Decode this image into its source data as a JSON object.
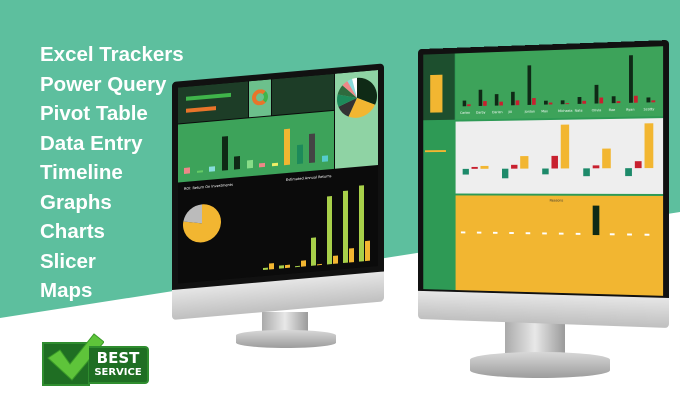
{
  "colors": {
    "teal": "#5dbf9e",
    "dark_green": "#1d4f2e",
    "green": "#2e9a55",
    "yellow": "#f2b631",
    "red": "#c8202f",
    "black": "#111111"
  },
  "features": [
    "Excel Trackers",
    "Power Query",
    "Pivot Table",
    "Data Entry",
    "Timeline",
    "Graphs",
    "Charts",
    "Slicer",
    "Maps"
  ],
  "badge": {
    "line1": "BEST",
    "line2": "SERVICE",
    "icon": "checkmark-icon"
  },
  "left_dashboard": {
    "roi_title": "ROI: Return On Investments",
    "returns_title": "Estimated Annual Returns",
    "top_bars": [
      0.15,
      0.05,
      0.12,
      0.8,
      0.3,
      0.18,
      0.1,
      0.08,
      0.85,
      0.45,
      0.7,
      0.15
    ],
    "pie_slices": [
      0.32,
      0.25,
      0.12,
      0.1,
      0.08,
      0.05,
      0.04,
      0.04
    ],
    "roi_split": [
      0.78,
      0.22
    ],
    "returns_pairs": [
      [
        0.02,
        0.08
      ],
      [
        0.04,
        0.04
      ],
      [
        0.01,
        0.08
      ],
      [
        0.35,
        0.01
      ],
      [
        0.85,
        0.1
      ],
      [
        0.9,
        0.18
      ],
      [
        0.95,
        0.25
      ]
    ]
  },
  "right_dashboard": {
    "top_names": [
      "Carlee",
      "Darby",
      "Darien",
      "Jill",
      "Jordan",
      "Max",
      "Michaela",
      "Nate",
      "Olivia",
      "Rae",
      "Ryan",
      "Scotty"
    ],
    "top_pairs": [
      [
        0.12,
        0.05
      ],
      [
        0.35,
        0.1
      ],
      [
        0.25,
        0.08
      ],
      [
        0.3,
        0.1
      ],
      [
        0.85,
        0.15
      ],
      [
        0.08,
        0.05
      ],
      [
        0.08,
        0.03
      ],
      [
        0.15,
        0.06
      ],
      [
        0.4,
        0.12
      ],
      [
        0.15,
        0.04
      ],
      [
        1.0,
        0.15
      ],
      [
        0.1,
        0.05
      ]
    ],
    "mid_groups": [
      [
        -0.12,
        0.04,
        0.06
      ],
      [
        -0.2,
        0.08,
        0.3
      ],
      [
        -0.12,
        0.3,
        1.0
      ],
      [
        -0.15,
        0.06,
        0.45
      ],
      [
        -0.15,
        0.15,
        1.0
      ]
    ],
    "reasons_title": "Reasons",
    "reasons_peak_index": 8
  }
}
